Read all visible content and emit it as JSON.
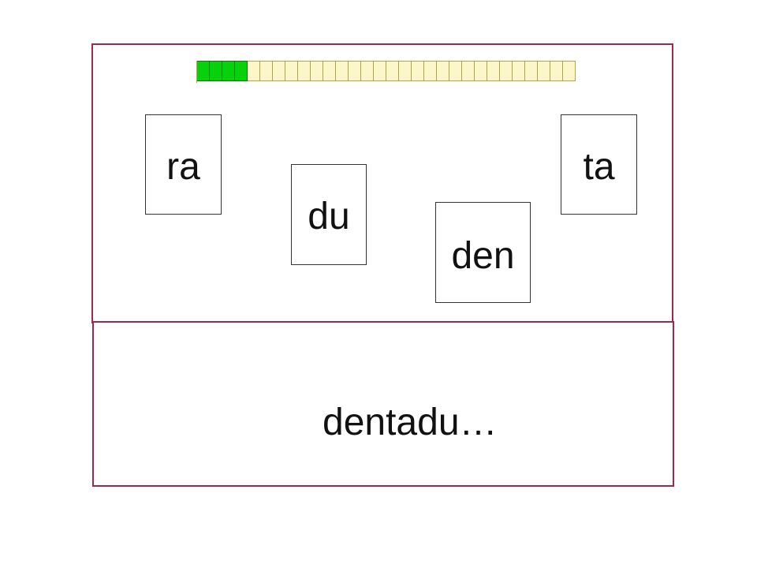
{
  "progress": {
    "total_cells": 30,
    "completed_cells": 4,
    "fraction": 0.133,
    "done_color": "#06d10a",
    "pending_color": "#fdf6c8"
  },
  "syllables": [
    {
      "id": "ra",
      "label": "ra"
    },
    {
      "id": "du",
      "label": "du"
    },
    {
      "id": "den",
      "label": "den"
    },
    {
      "id": "ta",
      "label": "ta"
    }
  ],
  "answer": {
    "text": "dentadu…"
  },
  "colors": {
    "frame_border": "#9c2a4a"
  }
}
